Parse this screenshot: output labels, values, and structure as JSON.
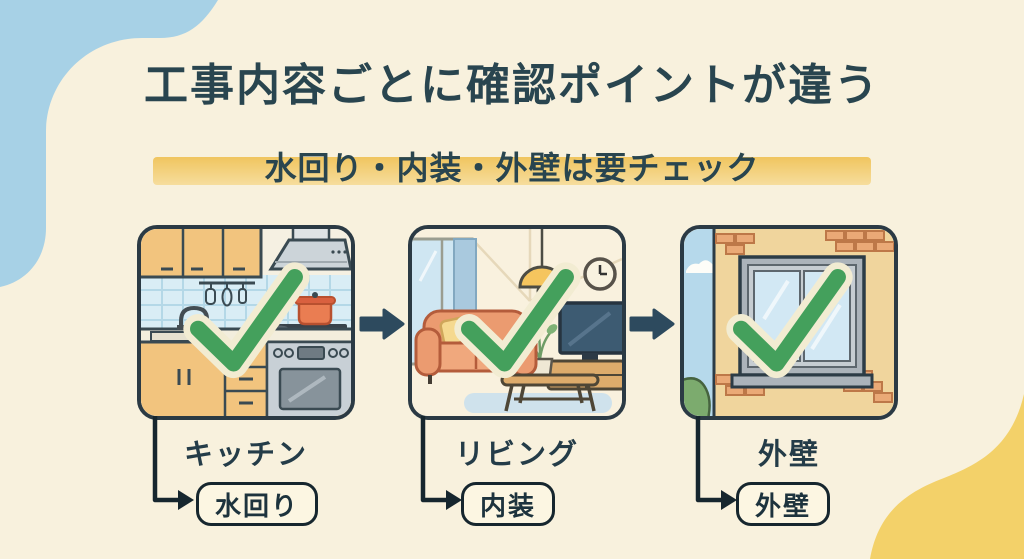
{
  "title": "工事内容ごとに確認ポイントが違う",
  "subtitle": "水回り・内装・外壁は要チェック",
  "steps": [
    {
      "name": "kitchen",
      "label": "キッチン",
      "tag": "水回り"
    },
    {
      "name": "living-room",
      "label": "リビング",
      "tag": "内装"
    },
    {
      "name": "exterior-wall",
      "label": "外壁",
      "tag": "外壁"
    }
  ],
  "colors": {
    "bg-cream": "#f8f1dd",
    "accent-blue": "#a7d1e6",
    "accent-yellow": "#f3d169",
    "highlight-yellow": "#f0c55f",
    "text-dark": "#29454f",
    "check-green": "#44a05c",
    "arrow-dark": "#2d4a5e",
    "line-dark": "#16262e"
  }
}
